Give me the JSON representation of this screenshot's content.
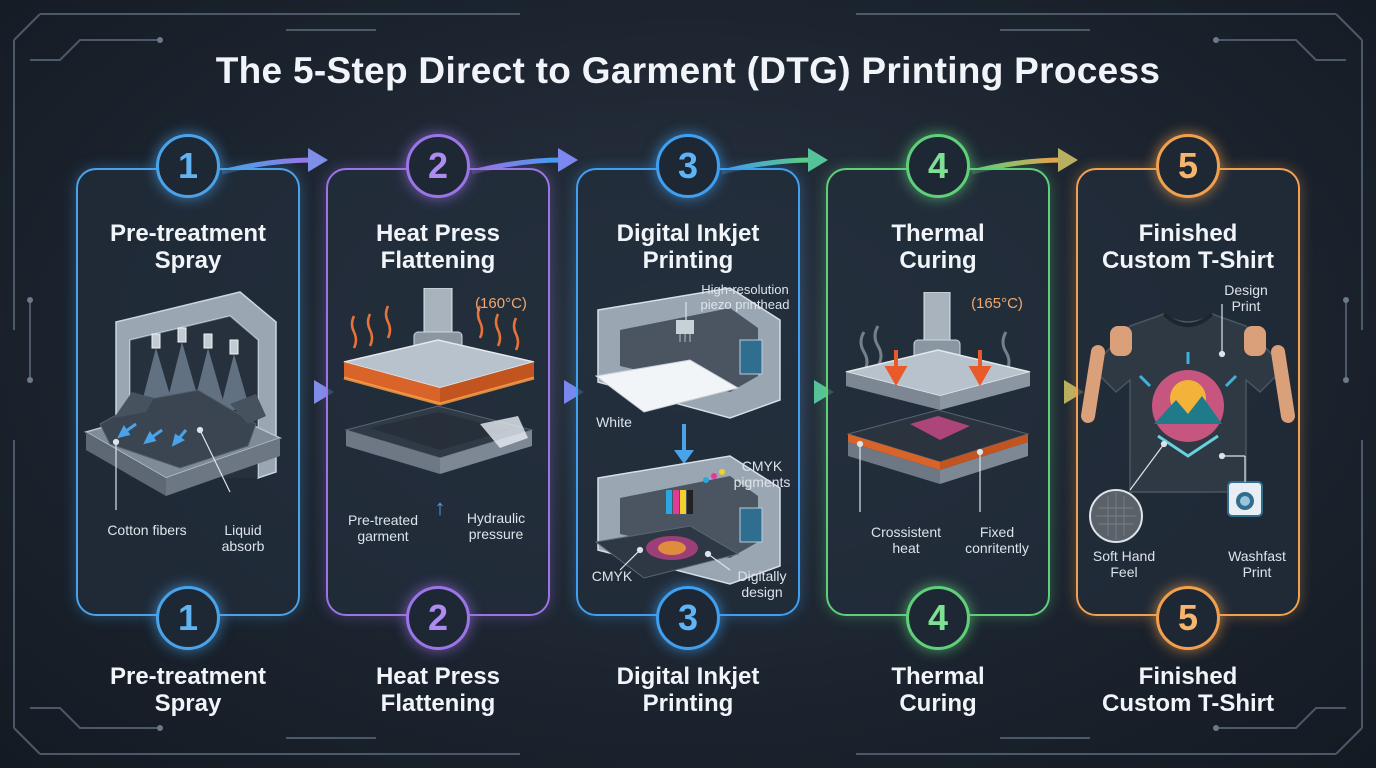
{
  "title": "The 5-Step Direct to Garment (DTG) Printing Process",
  "steps": [
    {
      "number": "1",
      "title_line1": "Pre-treatment",
      "title_line2": "Spray",
      "color": "#4aa3e8",
      "labels": {
        "left": "Cotton fibers",
        "right_line1": "Liquid",
        "right_line2": "absorb"
      }
    },
    {
      "number": "2",
      "title_line1": "Heat Press",
      "title_line2": "Flattening",
      "color": "#9b74e6",
      "labels": {
        "temp": "(160°C)",
        "left_line1": "Pre-treated",
        "left_line2": "garment",
        "right_line1": "Hydraulic",
        "right_line2": "pressure"
      }
    },
    {
      "number": "3",
      "title_line1": "Digital Inkjet",
      "title_line2": "Printing",
      "color": "#3f9ff0",
      "labels": {
        "head_line1": "High-resolution",
        "head_line2": "piezo printhead",
        "white": "White",
        "cmyk_top_line1": "CMYK",
        "cmyk_top_line2": "pigments",
        "cmyk_bottom": "CMYK",
        "design_line1": "Digitally",
        "design_line2": "design"
      }
    },
    {
      "number": "4",
      "title_line1": "Thermal",
      "title_line2": "Curing",
      "color": "#5fcf7a",
      "labels": {
        "temp": "(165°C)",
        "left_line1": "Crossistent",
        "left_line2": "heat",
        "right_line1": "Fixed",
        "right_line2": "conritently"
      }
    },
    {
      "number": "5",
      "title_line1": "Finished",
      "title_line2": "Custom T-Shirt",
      "color": "#f0a04e",
      "labels": {
        "print_line1": "Design",
        "print_line2": "Print",
        "feel_line1": "Soft Hand",
        "feel_line2": "Feel",
        "wash_line1": "Washfast",
        "wash_line2": "Print"
      }
    }
  ]
}
